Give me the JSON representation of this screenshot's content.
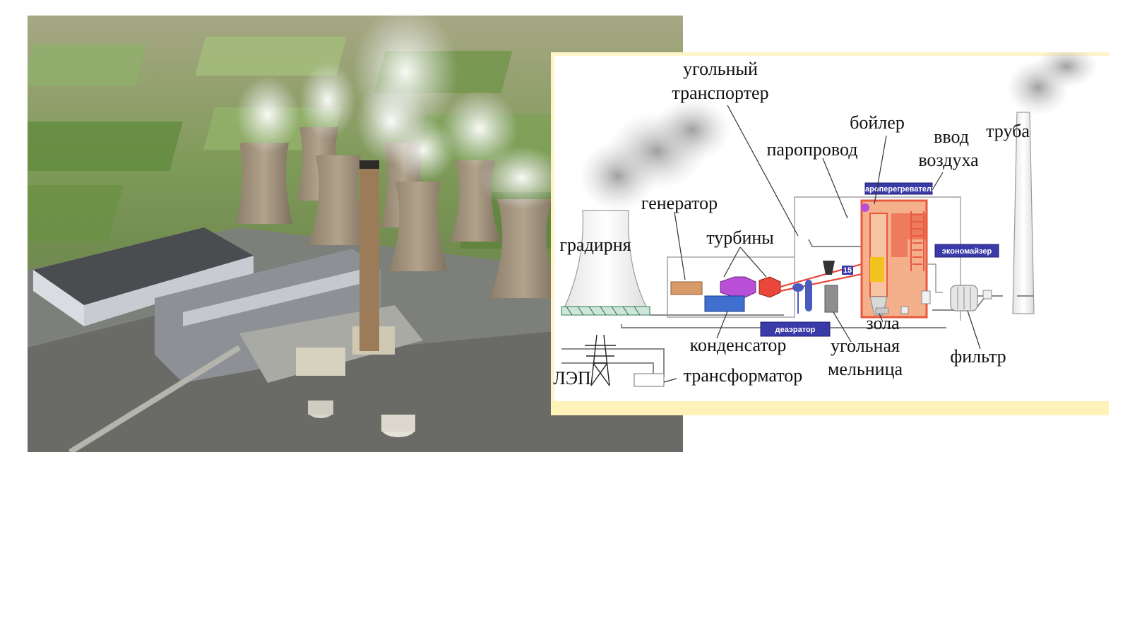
{
  "photo": {
    "subject": "aerial-photo-coal-power-station"
  },
  "diagram": {
    "labels": {
      "coal_conveyor_line1": "угольный",
      "coal_conveyor_line2": "транспортер",
      "boiler": "бойлер",
      "steam_pipe": "паропровод",
      "air_inlet_line1": "ввод",
      "air_inlet_line2": "воздуха",
      "chimney": "труба",
      "generator": "генератор",
      "turbines": "турбины",
      "cooling_tower": "градирня",
      "ash": "зола",
      "condenser": "конденсатор",
      "coal_mill_line1": "угольная",
      "coal_mill_line2": "мельница",
      "filter": "фильтр",
      "power_line": "ЛЭП",
      "transformer": "трансформатор"
    },
    "boxes": {
      "superheater": "пароперегреватель",
      "economizer": "экономайзер",
      "deaerator": "деаэратор",
      "small_tag": "15"
    },
    "colors": {
      "boiler_hot": "#e9593f",
      "boiler_fill": "#f4b08a",
      "ember": "#f2c21d",
      "turbine_lp": "#b84fd6",
      "turbine_hp": "#e8473a",
      "condenser": "#3f6fcf",
      "label_box": "#3a3aa8",
      "diagram_bg": "#fffbea"
    }
  }
}
